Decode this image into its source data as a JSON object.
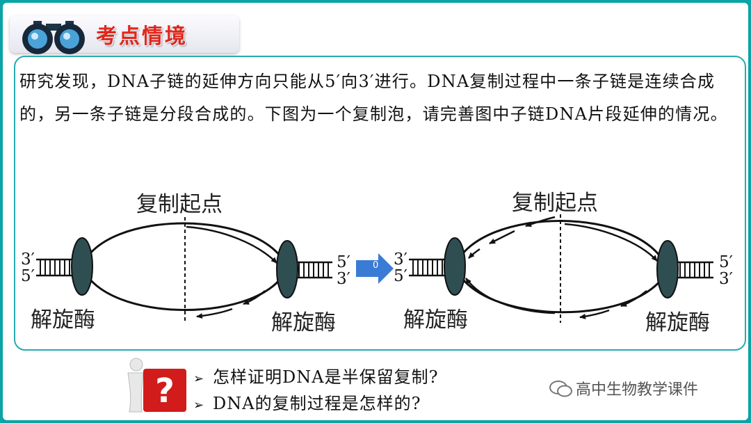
{
  "header": {
    "title": "考点情境",
    "icon": "binoculars-icon"
  },
  "paragraph": "研究发现，DNA子链的延伸方向只能从5′向3′进行。DNA复制过程中一条子链是连续合成的，另一条子链是分段合成的。下图为一个复制泡，请完善图中子链DNA片段延伸的情况。",
  "diagram_left": {
    "origin_label": "复制起点",
    "helicase_left_label": "解旋酶",
    "helicase_right_label": "解旋酶",
    "left_strand_top": "3′",
    "left_strand_bottom": "5′",
    "right_strand_top": "5′",
    "right_strand_bottom": "3′"
  },
  "transition_arrow_label": "0",
  "diagram_right": {
    "origin_label": "复制起点",
    "helicase_left_label": "解旋酶",
    "helicase_right_label": "解旋酶",
    "left_strand_top": "3′",
    "left_strand_bottom": "5′",
    "right_strand_top": "5′",
    "right_strand_bottom": "3′"
  },
  "questions": [
    {
      "marker": "➢",
      "text": "怎样证明DNA是半保留复制?"
    },
    {
      "marker": "➢",
      "text": "DNA的复制过程是怎样的?"
    }
  ],
  "watermark": "高中生物教学课件",
  "colors": {
    "frame": "#0aa3a6",
    "panel_border": "#26aab1",
    "title": "#e0261b",
    "helicase": "#2e4e52",
    "arrow": "#3a7bd5"
  }
}
